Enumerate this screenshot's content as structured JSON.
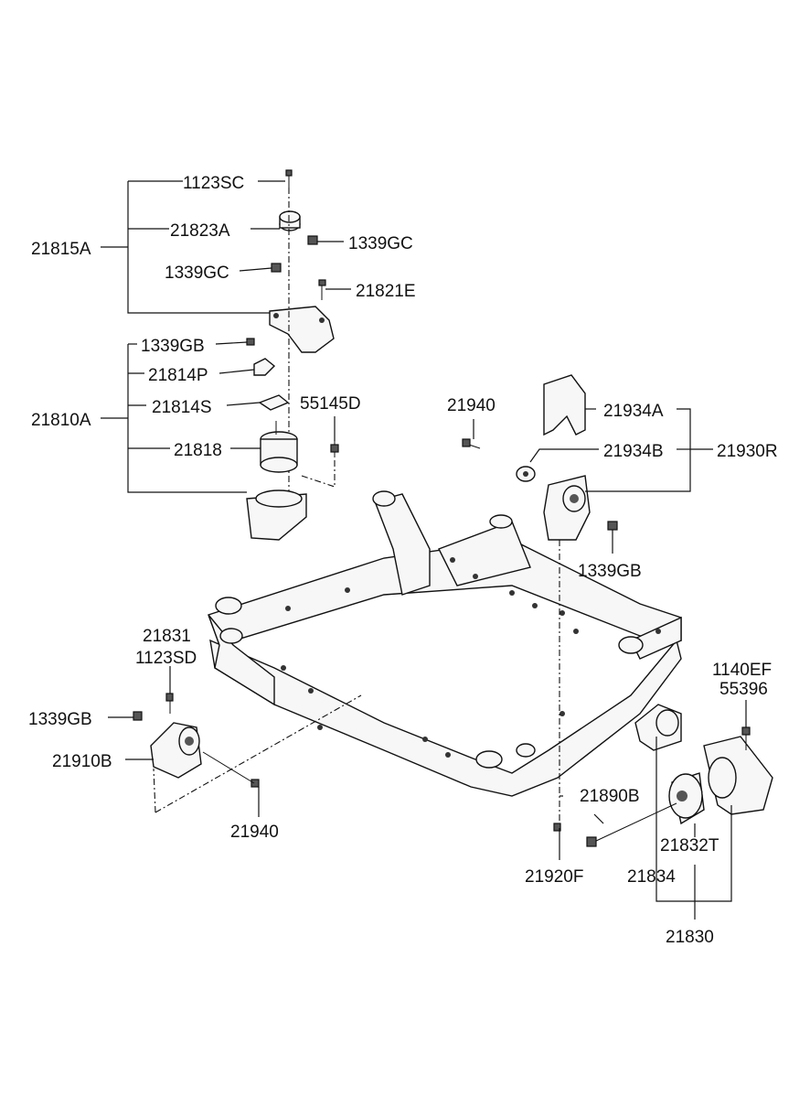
{
  "labels": {
    "l_1123SC": "1123SC",
    "l_21823A": "21823A",
    "l_21815A": "21815A",
    "l_1339GC_a": "1339GC",
    "l_1339GC_b": "1339GC",
    "l_21821E": "21821E",
    "l_1339GB_a": "1339GB",
    "l_21814P": "21814P",
    "l_21814S": "21814S",
    "l_55145D": "55145D",
    "l_21810A": "21810A",
    "l_21818": "21818",
    "l_21940_a": "21940",
    "l_21934A": "21934A",
    "l_21934B": "21934B",
    "l_21930R": "21930R",
    "l_1339GB_b": "1339GB",
    "l_21831": "21831",
    "l_1123SD": "1123SD",
    "l_1339GB_c": "1339GB",
    "l_21910B": "21910B",
    "l_21940_b": "21940",
    "l_1140EF": "1140EF",
    "l_55396": "55396",
    "l_21890B": "21890B",
    "l_21832T": "21832T",
    "l_21834": "21834",
    "l_21920F": "21920F",
    "l_21830": "21830"
  }
}
